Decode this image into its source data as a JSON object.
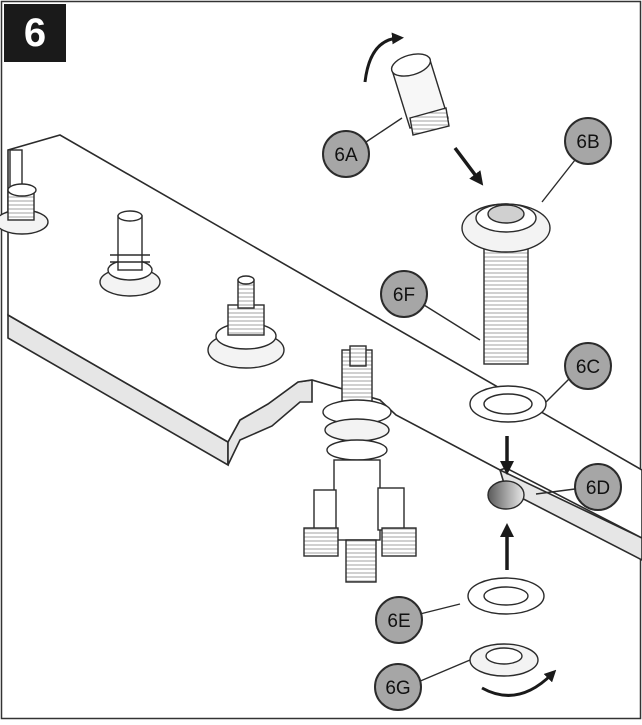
{
  "step": {
    "number": "6"
  },
  "callouts": [
    {
      "id": "6A",
      "label": "6A"
    },
    {
      "id": "6B",
      "label": "6B"
    },
    {
      "id": "6C",
      "label": "6C"
    },
    {
      "id": "6D",
      "label": "6D"
    },
    {
      "id": "6E",
      "label": "6E"
    },
    {
      "id": "6F",
      "label": "6F"
    },
    {
      "id": "6G",
      "label": "6G"
    }
  ],
  "colors": {
    "badge_bg": "#1a1a1a",
    "callout_fill": "#a6a6a6",
    "line": "#2b2b2b",
    "deck_side": "#e6e6e6"
  }
}
